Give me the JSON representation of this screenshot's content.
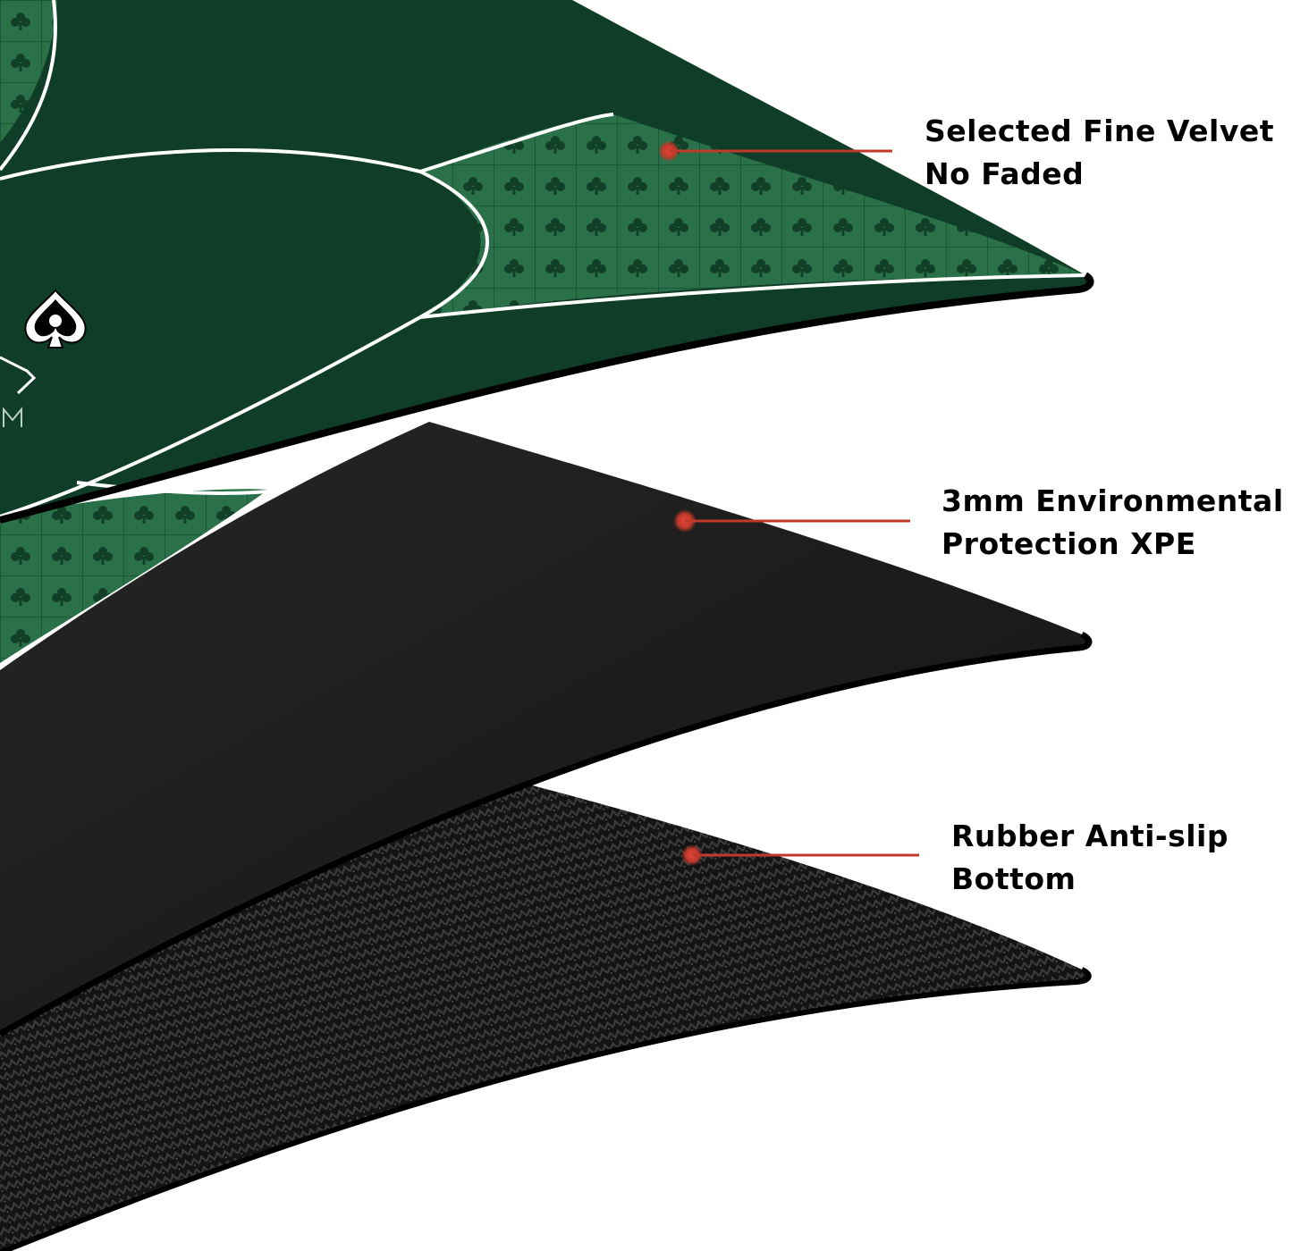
{
  "layers": [
    {
      "id": "velvet",
      "line1": "Selected Fine Velvet",
      "line2": "No Faded",
      "color": "#1f5a3a"
    },
    {
      "id": "xpe",
      "line1": "3mm Environmental",
      "line2": "Protection XPE",
      "color": "#1a1a1a"
    },
    {
      "id": "rubber",
      "line1": "Rubber Anti-slip",
      "line2": "Bottom",
      "color": "#161616"
    }
  ],
  "colors": {
    "accent_marker": "#c0392b",
    "felt_dark": "#0f3d27",
    "felt_pattern": "#2a7048",
    "foam": "#1c1c1c",
    "rubber": "#151515"
  }
}
